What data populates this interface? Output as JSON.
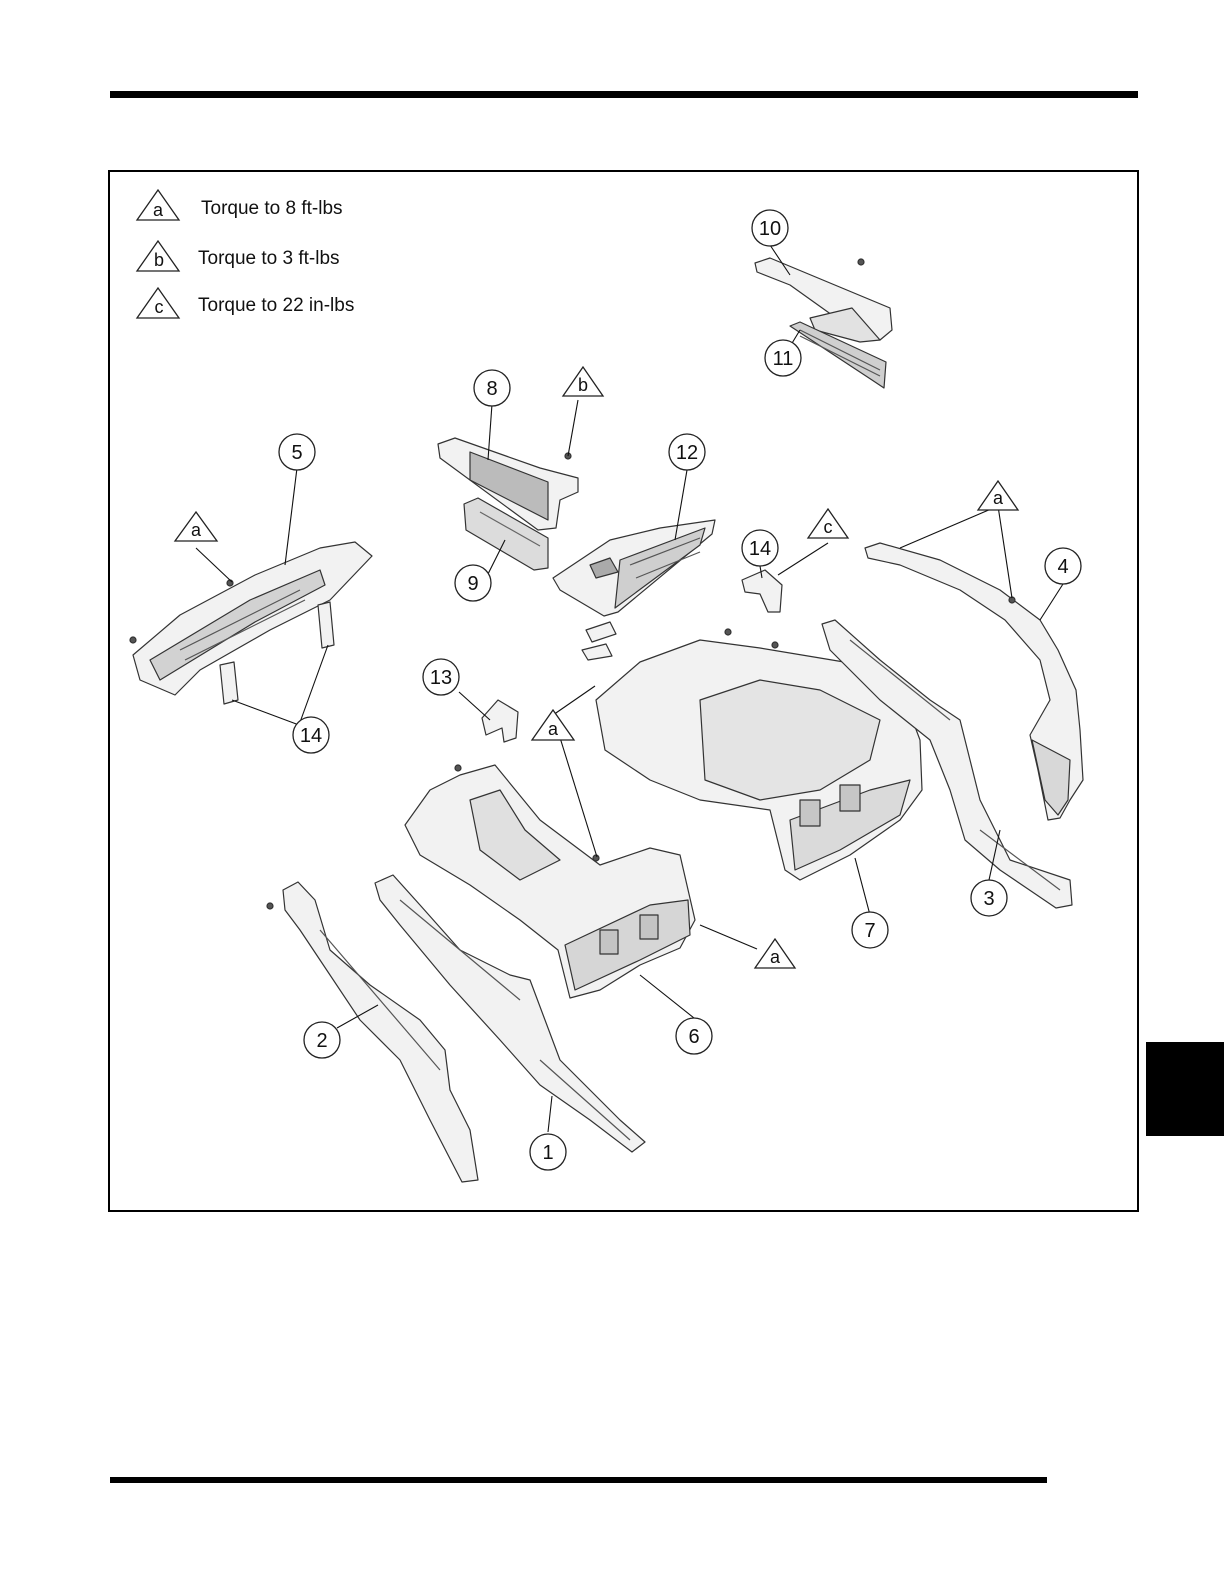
{
  "legend": [
    {
      "symbol": "a",
      "text": "Torque to 8 ft-lbs"
    },
    {
      "symbol": "b",
      "text": "Torque to 3 ft-lbs"
    },
    {
      "symbol": "c",
      "text": "Torque to 22 in-lbs"
    }
  ],
  "callouts": {
    "c1": "1",
    "c2": "2",
    "c3": "3",
    "c4": "4",
    "c5": "5",
    "c6": "6",
    "c7": "7",
    "c8": "8",
    "c9": "9",
    "c10": "10",
    "c11": "11",
    "c12": "12",
    "c13": "13",
    "c14a": "14",
    "c14b": "14"
  },
  "torque_markers": {
    "a_left": "a",
    "a_right": "a",
    "a_center": "a",
    "a_lower": "a",
    "b_top": "b",
    "c_right": "c"
  }
}
